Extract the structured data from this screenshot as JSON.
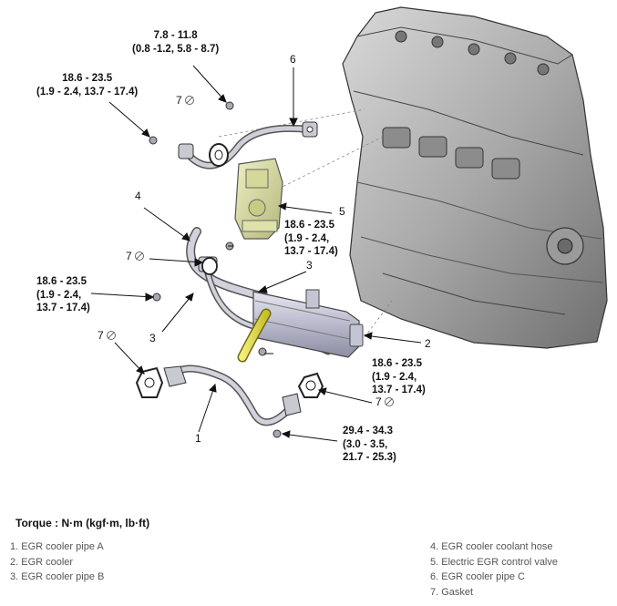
{
  "torque_specs": {
    "pipe_c_top": [
      "7.8 - 11.8",
      "(0.8 -1.2, 5.8 - 8.7)"
    ],
    "pipe_c_left": [
      "18.6 - 23.5",
      "(1.9 - 2.4, 13.7 - 17.4)"
    ],
    "control_valve": [
      "18.6 - 23.5",
      "(1.9 - 2.4,",
      "13.7 - 17.4)"
    ],
    "pipe_b_left": [
      "18.6 - 23.5",
      "(1.9 - 2.4,",
      "13.7 - 17.4)"
    ],
    "cooler_right": [
      "18.6 - 23.5",
      "(1.9 - 2.4,",
      "13.7 - 17.4)"
    ],
    "pipe_a_bottom": [
      "29.4 - 34.3",
      "(3.0 - 3.5,",
      "21.7 - 25.3)"
    ]
  },
  "callouts": {
    "c1": "1",
    "c2": "2",
    "c3a": "3",
    "c3b": "3",
    "c4": "4",
    "c5": "5",
    "c6": "6",
    "g_top": "7",
    "g_mid": "7",
    "g_left": "7",
    "g_right": "7"
  },
  "torque_unit": "Torque : N·m (kgf·m, lb·ft)",
  "legend": {
    "left": [
      "1. EGR cooler pipe A",
      "2. EGR cooler",
      "3. EGR cooler pipe B"
    ],
    "right": [
      "4. EGR cooler coolant hose",
      "5. Electric EGR control valve",
      "6. EGR cooler pipe C",
      "7. Gasket"
    ]
  }
}
